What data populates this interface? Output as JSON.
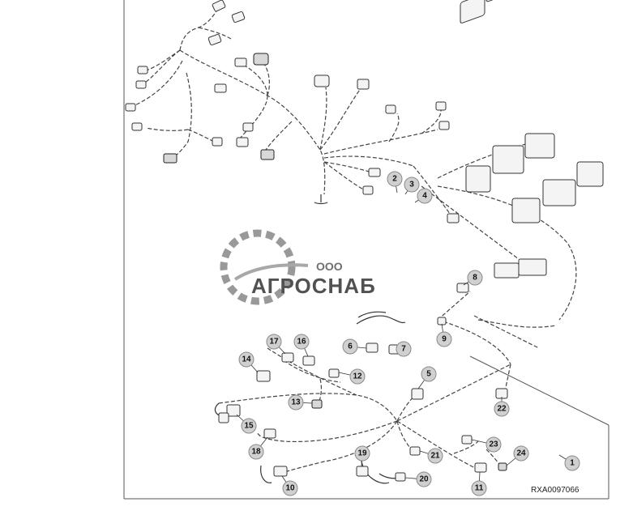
{
  "figure_code": "RXA0097066",
  "watermark": {
    "line1": "ООО",
    "line2": "АГРОСНАБ"
  },
  "callouts": [
    "1",
    "2",
    "3",
    "4",
    "5",
    "6",
    "7",
    "8",
    "9",
    "10",
    "11",
    "12",
    "13",
    "14",
    "15",
    "16",
    "17",
    "18",
    "19",
    "20",
    "21",
    "22",
    "23",
    "24"
  ],
  "colors": {
    "line": "#333333",
    "callout_fill": "#d0d0d0",
    "watermark": "#555555"
  }
}
